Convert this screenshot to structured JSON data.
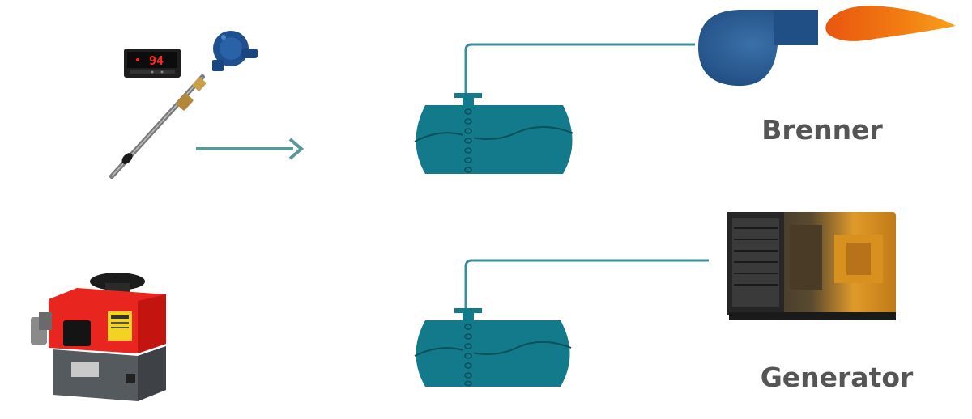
{
  "sensor": {
    "display_value": "94"
  },
  "labels": {
    "burner": "Brenner",
    "generator": "Generator"
  },
  "colors": {
    "tank_fill": "#127a8a",
    "pipe": "#3b8d98",
    "arrow": "#5c9898",
    "burner_fan": "#2a5a93",
    "flame": "#ee6410",
    "label_text": "#555555"
  }
}
